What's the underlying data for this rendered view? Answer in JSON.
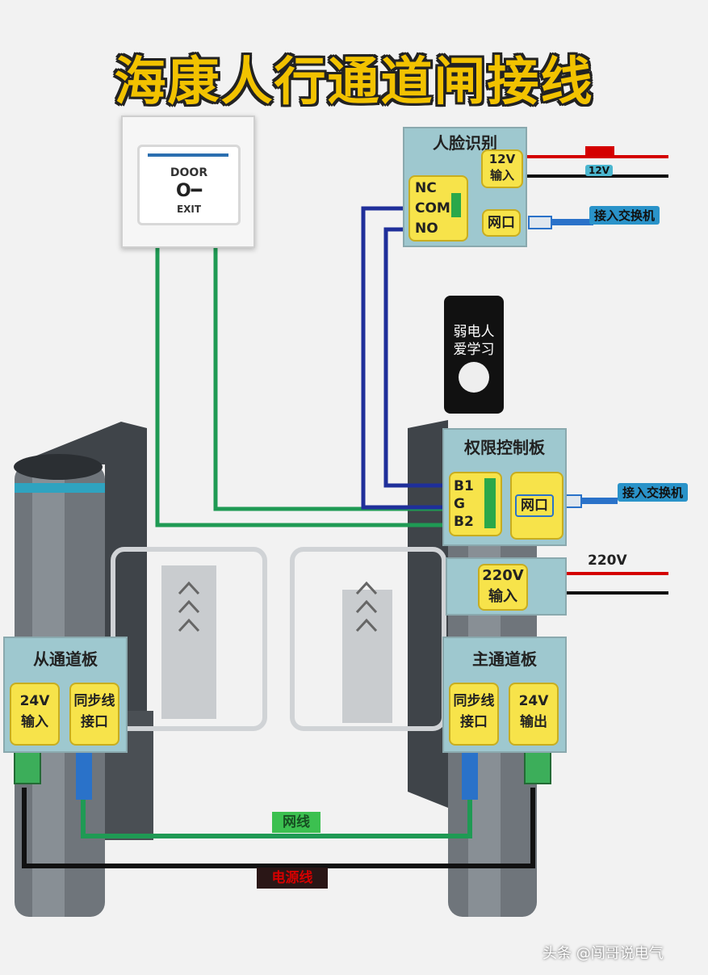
{
  "title": "海康人行通道闸接线",
  "exit_button": {
    "top": "DOOR",
    "bottom": "EXIT"
  },
  "face_reader": {
    "label": "人脸识别",
    "power_in": "12V\n输入",
    "nc": "NC",
    "com": "COM",
    "no": "NO",
    "net_port": "网口",
    "wire_12v": "12V",
    "switch": "接入交换机"
  },
  "device_screen": {
    "line1": "弱电人",
    "line2": "爱学习"
  },
  "control_board": {
    "label": "权限控制板",
    "b1": "B1",
    "g": "G",
    "b2": "B2",
    "net_port": "网口",
    "switch": "接入交换机"
  },
  "power_220": {
    "label": "220V\n输入",
    "wire": "220V"
  },
  "slave_board": {
    "label": "从通道板",
    "power": "24V\n输入",
    "sync": "同步线\n接口"
  },
  "master_board": {
    "label": "主通道板",
    "sync": "同步线\n接口",
    "power": "24V\n输出"
  },
  "cables": {
    "network": "网线",
    "power": "电源线"
  },
  "watermark": "头条 @闯哥说电气",
  "colors": {
    "teal_box": "#9ec8cf",
    "yellow_terminal": "#f7e34a",
    "wire_green": "#1f9a54",
    "wire_blue": "#1f2f9a",
    "wire_red": "#d40000"
  }
}
